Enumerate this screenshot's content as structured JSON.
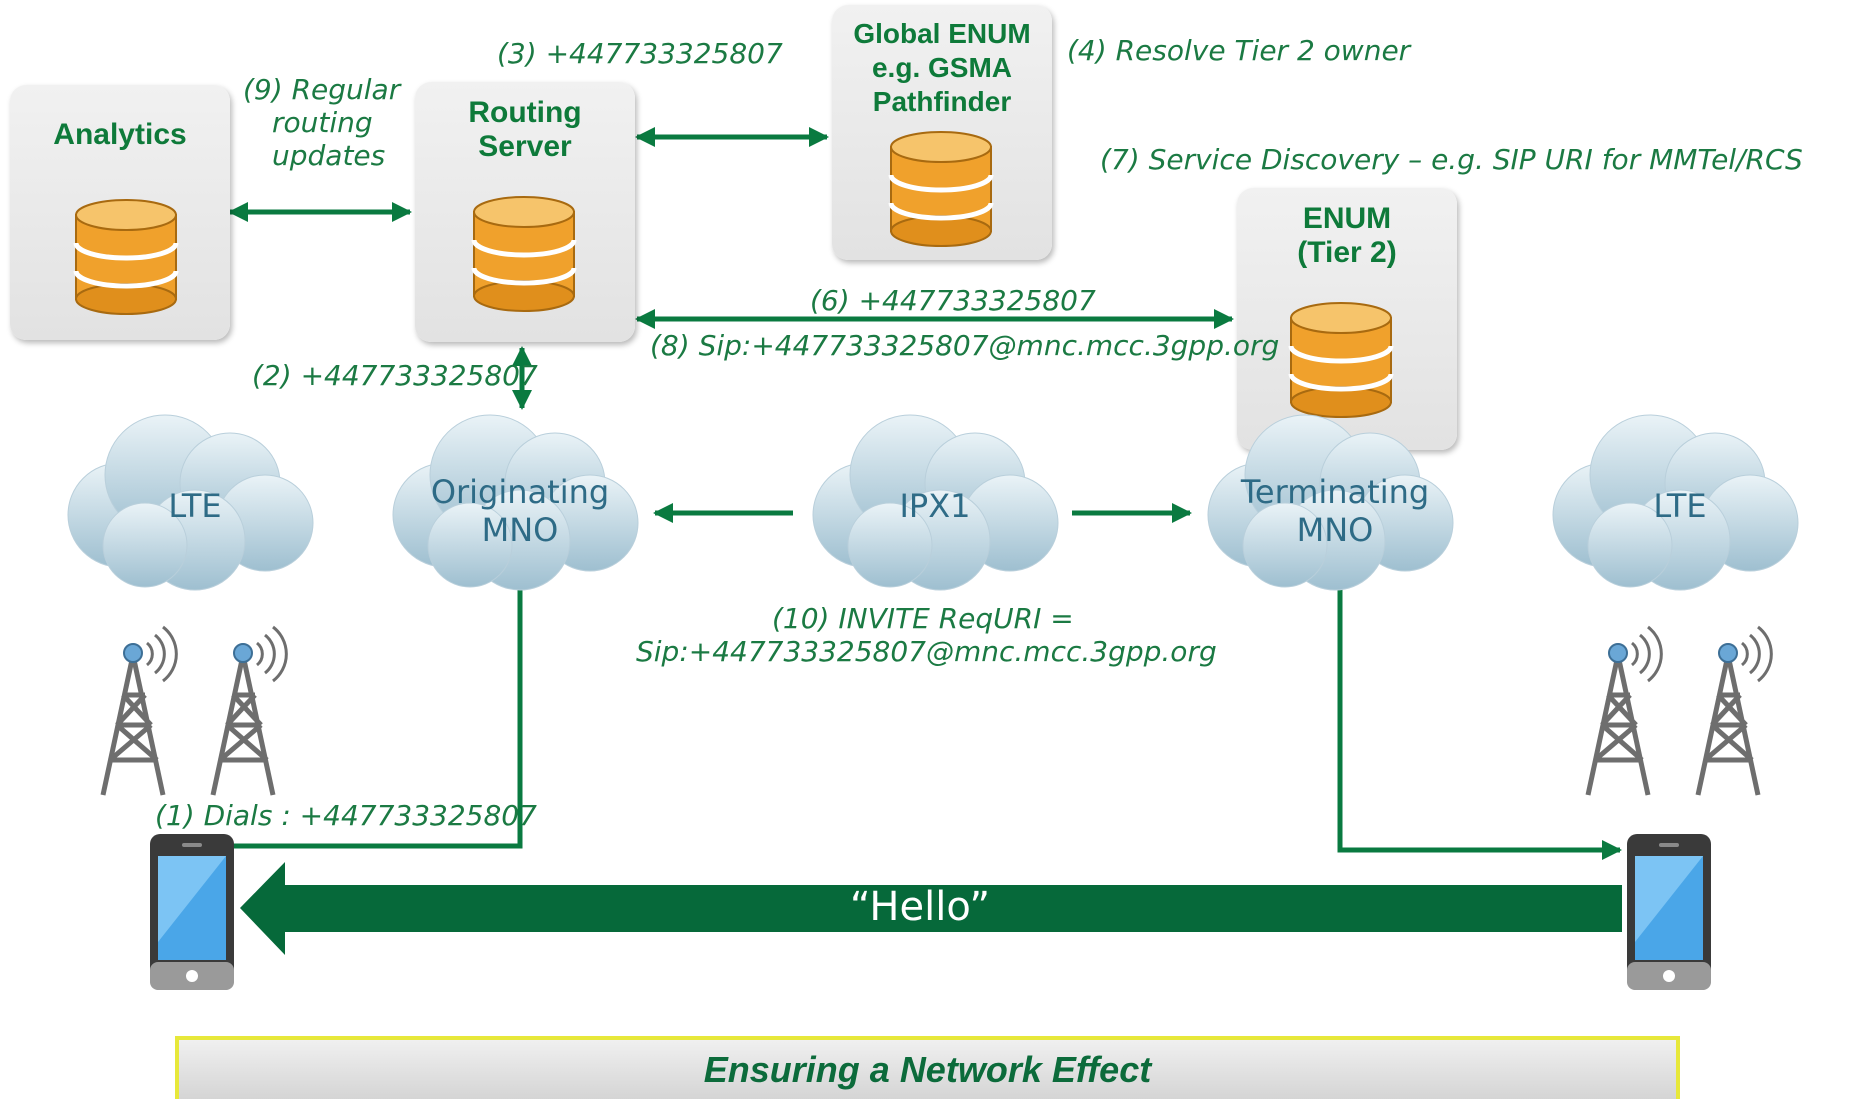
{
  "boxes": {
    "analytics": "Analytics",
    "routing": [
      "Routing",
      "Server"
    ],
    "global_enum": [
      "Global ENUM",
      "e.g. GSMA",
      "Pathfinder"
    ],
    "enum_tier2": [
      "ENUM",
      "(Tier 2)"
    ]
  },
  "clouds": {
    "lte_left": [
      "LTE"
    ],
    "originating": [
      "Originating",
      "MNO"
    ],
    "ipx": [
      "IPX1"
    ],
    "terminating": [
      "Terminating",
      "MNO"
    ],
    "lte_right": [
      "LTE"
    ]
  },
  "labels": {
    "step1": "(1) Dials : +447733325807",
    "step2": "(2) +447733325807",
    "step3": "(3) +447733325807",
    "step4": "(4) Resolve Tier 2 owner",
    "step6": "(6) +447733325807",
    "step7": "(7) Service Discovery – e.g. SIP URI for MMTel/RCS",
    "step8": "(8) Sip:+447733325807@mnc.mcc.3gpp.org",
    "step9": [
      "(9) Regular",
      "routing",
      "updates"
    ],
    "step10": [
      "(10) INVITE ReqURI =",
      "Sip:+447733325807@mnc.mcc.3gpp.org"
    ]
  },
  "hello": "“Hello”",
  "footer": "Ensuring a Network Effect",
  "colors": {
    "arrow_green": "#0a7a40",
    "big_arrow": "#06693a",
    "label_green": "#1b7a43",
    "title_green": "#0e7a3a",
    "cloud_text": "#2e6b86",
    "db_orange": "#f0a12c",
    "footer_border": "#e7e83a"
  },
  "icons": [
    "database-icon",
    "cloud-icon",
    "cell-tower-icon",
    "smartphone-icon"
  ]
}
